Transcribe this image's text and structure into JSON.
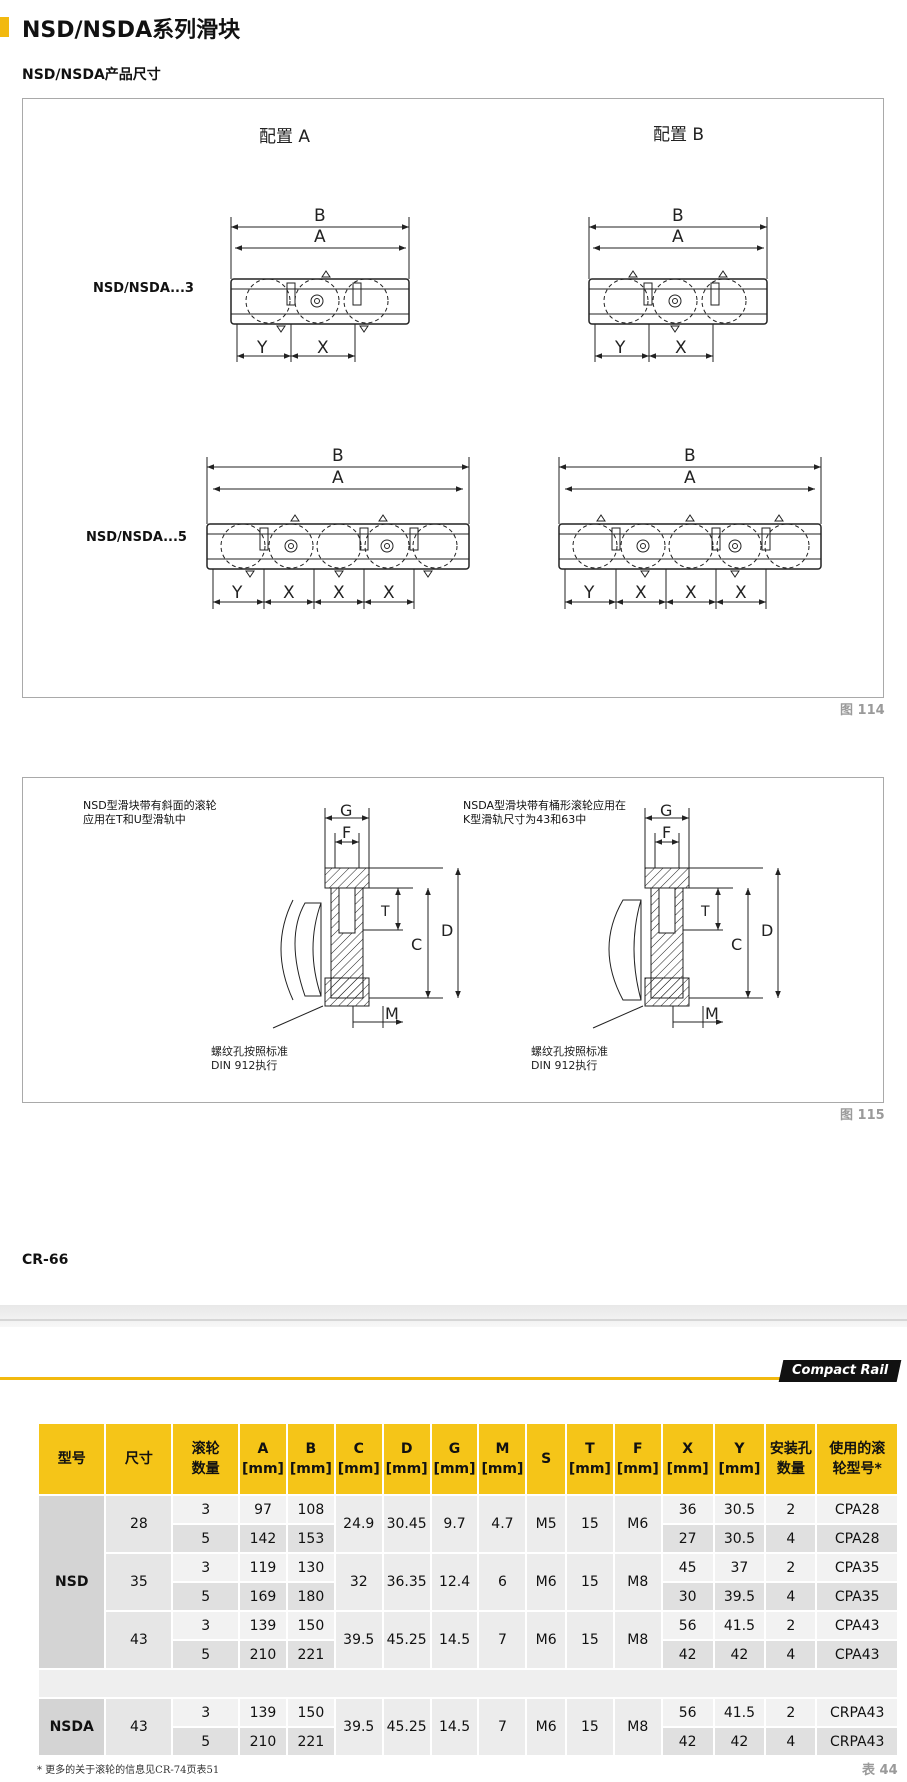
{
  "page": {
    "title": "NSD/NSDA系列滑块",
    "subtitle": "NSD/NSDA产品尺寸",
    "code": "CR-66",
    "brand": "Compact Rail",
    "footnote": "* 更多的关于滚轮的信息见CR-74页表51",
    "table_no": "表 44"
  },
  "fig114": {
    "caption": "图 114",
    "config_a": "配置 A",
    "config_b": "配置 B",
    "row1_label": "NSD/NSDA...3",
    "row2_label": "NSD/NSDA...5",
    "dims": {
      "A": "A",
      "B": "B",
      "X": "X",
      "Y": "Y"
    }
  },
  "fig115": {
    "caption": "图 115",
    "left_note": [
      "NSD型滑块带有斜面的滚轮",
      "应用在T和U型滑轨中"
    ],
    "right_note": [
      "NSDA型滑块带有桶形滚轮应用在",
      "K型滑轨尺寸为43和63中"
    ],
    "thread_note": [
      "螺纹孔按照标准",
      "DIN 912执行"
    ],
    "dims": {
      "G": "G",
      "F": "F",
      "T": "T",
      "C": "C",
      "D": "D",
      "M": "M"
    }
  },
  "table": {
    "headers": [
      {
        "l1": "型号",
        "l2": ""
      },
      {
        "l1": "尺寸",
        "l2": ""
      },
      {
        "l1": "滚轮",
        "l2": "数量"
      },
      {
        "l1": "A",
        "l2": "[mm]"
      },
      {
        "l1": "B",
        "l2": "[mm]"
      },
      {
        "l1": "C",
        "l2": "[mm]"
      },
      {
        "l1": "D",
        "l2": "[mm]"
      },
      {
        "l1": "G",
        "l2": "[mm]"
      },
      {
        "l1": "M",
        "l2": "[mm]"
      },
      {
        "l1": "S",
        "l2": ""
      },
      {
        "l1": "T",
        "l2": "[mm]"
      },
      {
        "l1": "F",
        "l2": "[mm]"
      },
      {
        "l1": "X",
        "l2": "[mm]"
      },
      {
        "l1": "Y",
        "l2": "[mm]"
      },
      {
        "l1": "安装孔",
        "l2": "数量"
      },
      {
        "l1": "使用的滚",
        "l2": "轮型号*"
      }
    ],
    "nsd_label": "NSD",
    "nsda_label": "NSDA",
    "groups": [
      {
        "size": "28",
        "C": "24.9",
        "D": "30.45",
        "G": "9.7",
        "M": "4.7",
        "S": "M5",
        "T": "15",
        "F": "M6",
        "rows": [
          {
            "rollers": "3",
            "A": "97",
            "B": "108",
            "X": "36",
            "Y": "30.5",
            "holes": "2",
            "roller": "CPA28"
          },
          {
            "rollers": "5",
            "A": "142",
            "B": "153",
            "X": "27",
            "Y": "30.5",
            "holes": "4",
            "roller": "CPA28"
          }
        ]
      },
      {
        "size": "35",
        "C": "32",
        "D": "36.35",
        "G": "12.4",
        "M": "6",
        "S": "M6",
        "T": "15",
        "F": "M8",
        "rows": [
          {
            "rollers": "3",
            "A": "119",
            "B": "130",
            "X": "45",
            "Y": "37",
            "holes": "2",
            "roller": "CPA35"
          },
          {
            "rollers": "5",
            "A": "169",
            "B": "180",
            "X": "30",
            "Y": "39.5",
            "holes": "4",
            "roller": "CPA35"
          }
        ]
      },
      {
        "size": "43",
        "C": "39.5",
        "D": "45.25",
        "G": "14.5",
        "M": "7",
        "S": "M6",
        "T": "15",
        "F": "M8",
        "rows": [
          {
            "rollers": "3",
            "A": "139",
            "B": "150",
            "X": "56",
            "Y": "41.5",
            "holes": "2",
            "roller": "CPA43"
          },
          {
            "rollers": "5",
            "A": "210",
            "B": "221",
            "X": "42",
            "Y": "42",
            "holes": "4",
            "roller": "CPA43"
          }
        ]
      },
      {
        "size": "43",
        "C": "39.5",
        "D": "45.25",
        "G": "14.5",
        "M": "7",
        "S": "M6",
        "T": "15",
        "F": "M8",
        "rows": [
          {
            "rollers": "3",
            "A": "139",
            "B": "150",
            "X": "56",
            "Y": "41.5",
            "holes": "2",
            "roller": "CRPA43"
          },
          {
            "rollers": "5",
            "A": "210",
            "B": "221",
            "X": "42",
            "Y": "42",
            "holes": "4",
            "roller": "CRPA43"
          }
        ]
      }
    ]
  },
  "colors": {
    "accent": "#f2b90f",
    "header": "#f5c518",
    "border": "#a9a9a9"
  }
}
